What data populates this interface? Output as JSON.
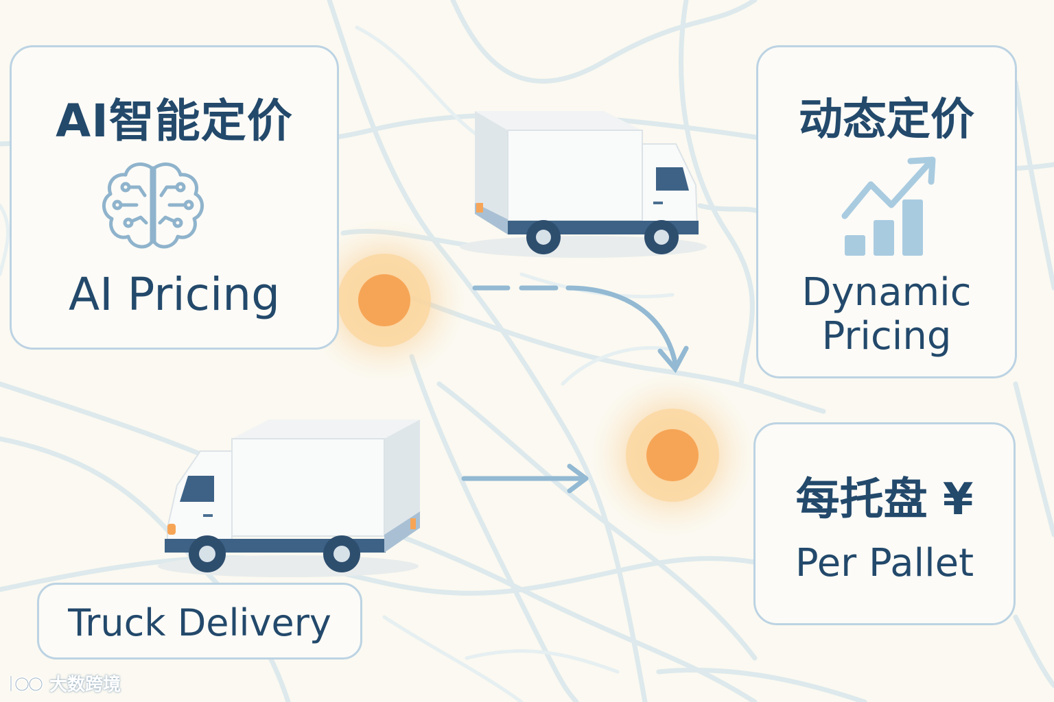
{
  "cards": {
    "ai_pricing": {
      "title_cn": "AI智能定价",
      "title_en": "AI Pricing",
      "icon": "brain-circuit-icon"
    },
    "dynamic_pricing": {
      "title_cn": "动态定价",
      "title_en": "Dynamic Pricing",
      "icon": "rising-bar-chart-icon"
    },
    "per_pallet": {
      "title_cn": "每托盘 ¥",
      "title_en": "Per Pallet"
    },
    "truck_delivery": {
      "label": "Truck Delivery"
    }
  },
  "scene": {
    "vehicles": [
      "delivery-truck",
      "delivery-truck"
    ],
    "markers": [
      "location-pin",
      "location-pin"
    ]
  },
  "watermark": {
    "text": "大数跨境"
  },
  "colors": {
    "background": "#fbf9f1",
    "card_border": "#bcd3e3",
    "text": "#23496b",
    "accent_blue": "#8fb7d2",
    "marker_orange": "#f7a85a",
    "map_lines": "#dce9ee"
  }
}
